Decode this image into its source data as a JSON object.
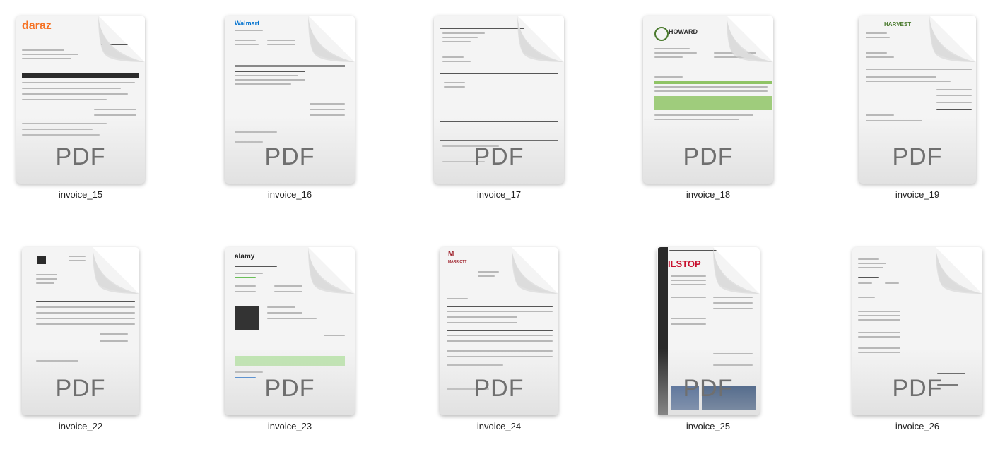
{
  "files": [
    {
      "name": "invoice_15",
      "badge": "PDF",
      "brand": "daraz",
      "brand_color": "#f57224"
    },
    {
      "name": "invoice_16",
      "badge": "PDF",
      "brand": "Walmart",
      "brand_color": "#0071ce"
    },
    {
      "name": "invoice_17",
      "badge": "PDF",
      "brand": "",
      "brand_color": "#333333"
    },
    {
      "name": "invoice_18",
      "badge": "PDF",
      "brand": "HOWARD",
      "brand_color": "#333333"
    },
    {
      "name": "invoice_19",
      "badge": "PDF",
      "brand": "HARVEST",
      "brand_color": "#4a7a2e"
    },
    {
      "name": "invoice_22",
      "badge": "PDF",
      "brand": "",
      "brand_color": "#333333"
    },
    {
      "name": "invoice_23",
      "badge": "PDF",
      "brand": "alamy",
      "brand_color": "#222222"
    },
    {
      "name": "invoice_24",
      "badge": "PDF",
      "brand": "MARRIOTT",
      "brand_color": "#9c1c26"
    },
    {
      "name": "invoice_25",
      "badge": "PDF",
      "brand": "ILSTOP",
      "brand_color": "#c8102e"
    },
    {
      "name": "invoice_26",
      "badge": "PDF",
      "brand": "",
      "brand_color": "#333333"
    }
  ]
}
